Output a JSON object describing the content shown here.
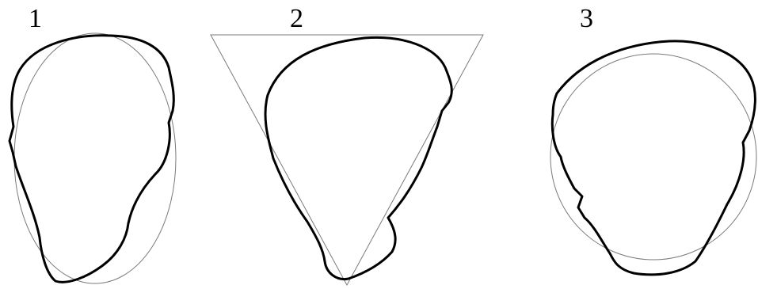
{
  "figure": {
    "panels": [
      {
        "label": "1",
        "fitted_shape": "ellipse"
      },
      {
        "label": "2",
        "fitted_shape": "triangle"
      },
      {
        "label": "3",
        "fitted_shape": "circle"
      }
    ],
    "colors": {
      "contour": "#000000",
      "fitted_shape": "#7a7a7a",
      "background": "#ffffff"
    }
  }
}
